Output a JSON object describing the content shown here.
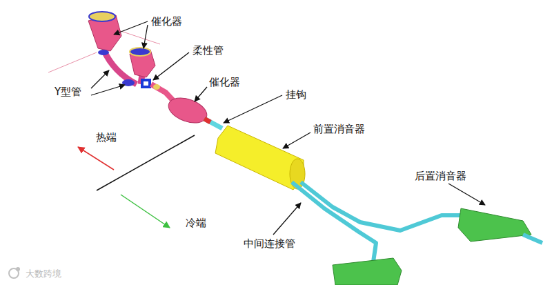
{
  "diagram": {
    "labels": [
      "催化器",
      "柔性管",
      "Y型管",
      "催化器",
      "挂钩",
      "热端",
      "前置消音器",
      "冷端",
      "后置消音器",
      "中间连接管",
      "大数跨境"
    ]
  }
}
